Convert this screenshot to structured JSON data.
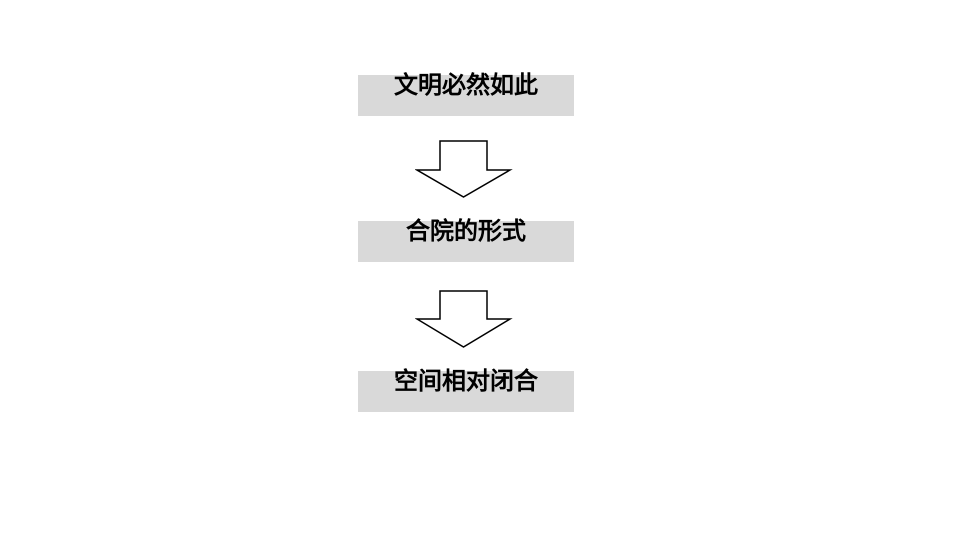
{
  "diagram": {
    "type": "flowchart",
    "direction": "top-to-bottom",
    "nodes": [
      {
        "id": "n1",
        "label": "文明必然如此"
      },
      {
        "id": "n2",
        "label": "合院的形式"
      },
      {
        "id": "n3",
        "label": "空间相对闭合"
      }
    ],
    "edges": [
      {
        "from": "n1",
        "to": "n2",
        "style": "block-arrow-down"
      },
      {
        "from": "n2",
        "to": "n3",
        "style": "block-arrow-down"
      }
    ],
    "colors": {
      "box_fill": "#d9d9d9",
      "text": "#000000",
      "arrow_fill": "#ffffff",
      "arrow_stroke": "#000000",
      "background": "#ffffff"
    }
  }
}
